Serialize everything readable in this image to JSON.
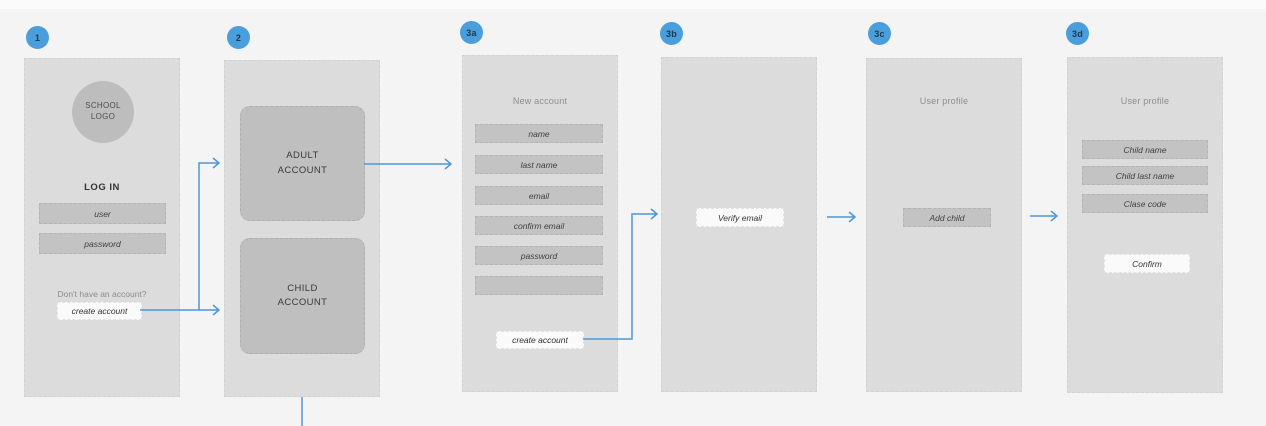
{
  "colors": {
    "background": "#f4f4f5",
    "panel_fill": "#dcdcdd",
    "field_fill": "#c3c3c4",
    "big_box_fill": "#bfbfc0",
    "light_button_fill": "#fafafa",
    "badge_blue": "#4a9edb",
    "arrow_blue": "#4f97d8",
    "logo_circle_fill": "#bdbdbd"
  },
  "badges": {
    "step1": "1",
    "step2": "2",
    "step3a": "3a",
    "step3b": "3b",
    "step3c": "3c",
    "step3d": "3d"
  },
  "screens": {
    "login": {
      "logo": "SCHOOL LOGO",
      "title": "LOG IN",
      "fields": [
        "user",
        "password"
      ],
      "helper": "Don't have an account?",
      "button": "create account"
    },
    "account_type": {
      "options": [
        "ADULT\nACCOUNT",
        "CHILD\nACCOUNT"
      ]
    },
    "new_account": {
      "title": "New account",
      "fields": [
        "name",
        "last name",
        "email",
        "confirm email",
        "password",
        ""
      ],
      "button": "create account"
    },
    "verify_email": {
      "button": "Verify email"
    },
    "user_profile": {
      "title": "User profile",
      "button": "Add child"
    },
    "add_child": {
      "title": "User profile",
      "fields": [
        "Child name",
        "Child last name",
        "Clase code"
      ],
      "button": "Confirm"
    }
  }
}
